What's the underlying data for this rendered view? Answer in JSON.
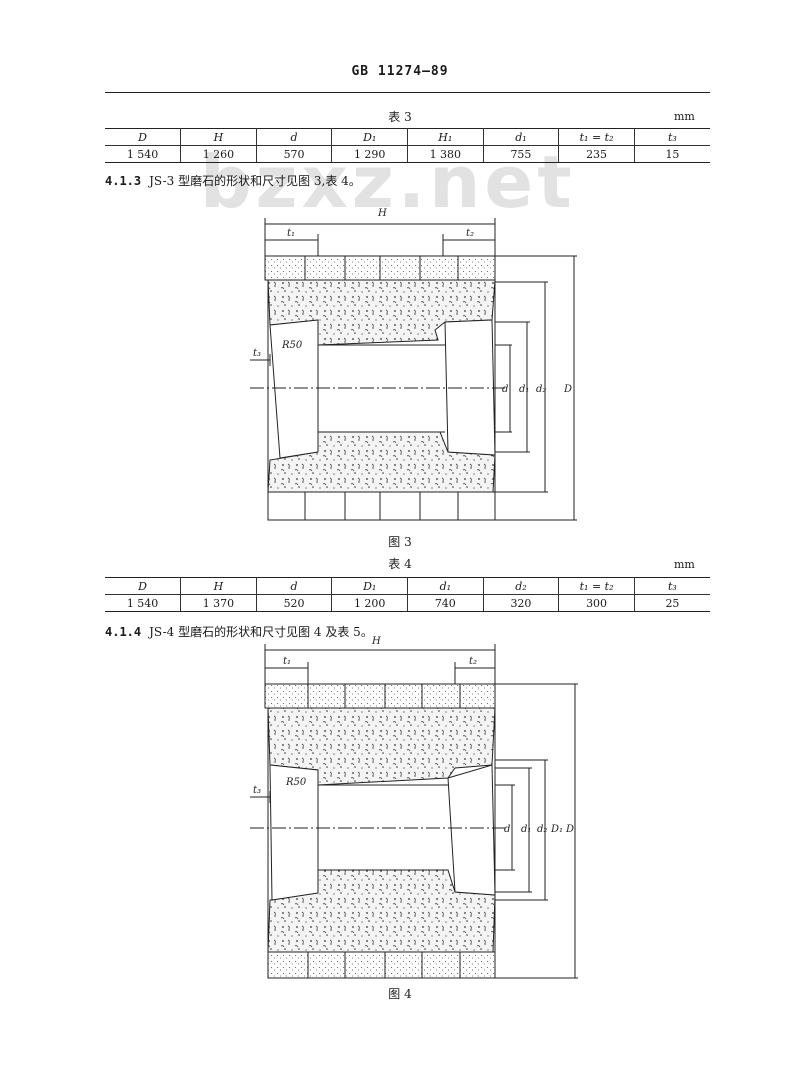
{
  "header": {
    "standard": "GB 11274—89"
  },
  "watermark": "bzxz.net",
  "table3": {
    "caption": "表 3",
    "unit": "mm",
    "headers": [
      "D",
      "H",
      "d",
      "D₁",
      "H₁",
      "d₁",
      "t₁ = t₂",
      "t₃"
    ],
    "values": [
      "1 540",
      "1 260",
      "570",
      "1 290",
      "1 380",
      "755",
      "235",
      "15"
    ]
  },
  "clause_413": {
    "number": "4.1.3",
    "text": "JS-3 型磨石的形状和尺寸见图 3,表 4。"
  },
  "figure3": {
    "caption": "图 3",
    "labels": {
      "H": "H",
      "t1": "t₁",
      "t2": "t₂",
      "t3": "t₃",
      "r": "R50",
      "d": "d",
      "d1": "d₁",
      "d2": "d₂",
      "D": "D"
    }
  },
  "table4": {
    "caption": "表 4",
    "unit": "mm",
    "headers": [
      "D",
      "H",
      "d",
      "D₁",
      "d₁",
      "d₂",
      "t₁ = t₂",
      "t₃"
    ],
    "values": [
      "1 540",
      "1 370",
      "520",
      "1 200",
      "740",
      "320",
      "300",
      "25"
    ]
  },
  "clause_414": {
    "number": "4.1.4",
    "text": "JS-4 型磨石的形状和尺寸见图 4 及表 5。"
  },
  "figure4": {
    "caption": "图 4",
    "labels": {
      "H": "H",
      "t1": "t₁",
      "t2": "t₂",
      "t3": "t₃",
      "r": "R50",
      "d": "d",
      "d1": "d₁",
      "d2": "d₂",
      "D1": "D₁",
      "D": "D"
    }
  },
  "colors": {
    "ink": "#1a1a1a",
    "watermark": "#e2e2e2",
    "aggregate_fill": "#f4f4f4"
  }
}
